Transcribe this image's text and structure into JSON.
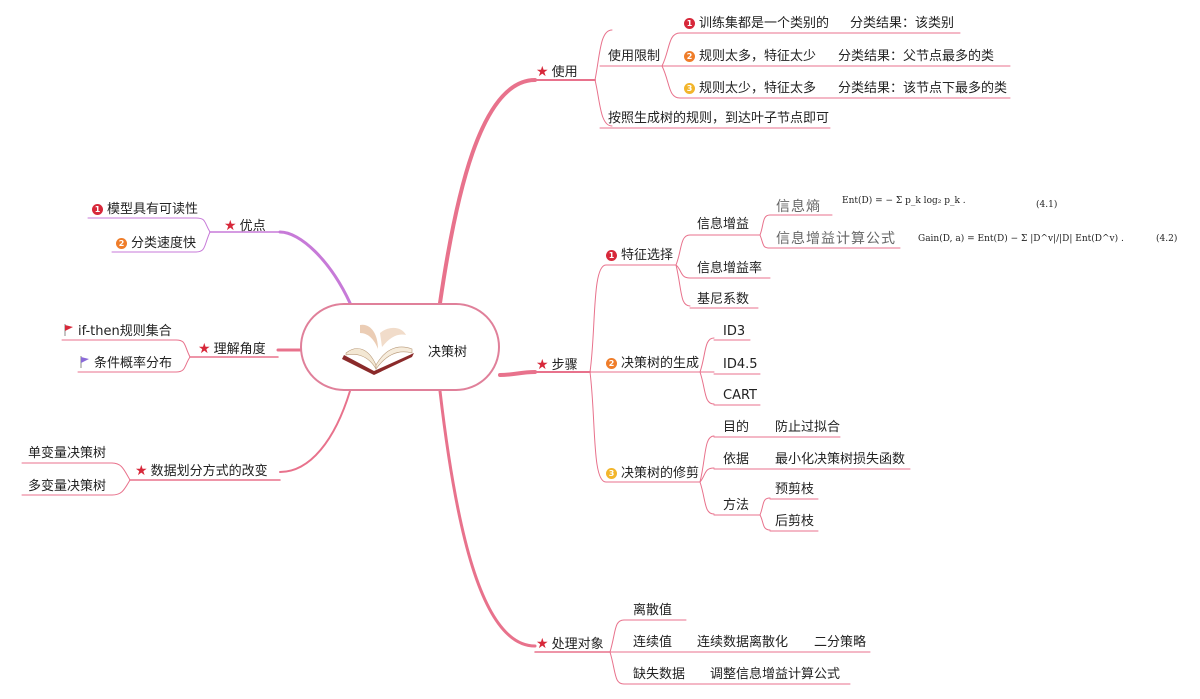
{
  "central": {
    "label": "决策树",
    "icon": "book-icon"
  },
  "colors": {
    "right_branch": "#e8728c",
    "left_branch": "#c77ad8",
    "badge_red": "#d7283a",
    "badge_orange": "#ef7d2a",
    "badge_yellow": "#f2b52b"
  },
  "usage": {
    "title": "使用",
    "limit": "使用限制",
    "items": [
      {
        "badge": "1",
        "text": "训练集都是一个类别的",
        "result": "分类结果：该类别"
      },
      {
        "badge": "2",
        "text": "规则太多，特征太少",
        "result": "分类结果：父节点最多的类"
      },
      {
        "badge": "3",
        "text": "规则太少，特征太多",
        "result": "分类结果：该节点下最多的类"
      }
    ],
    "rule": "按照生成树的规则，到达叶子节点即可"
  },
  "steps": {
    "title": "步骤",
    "feature": {
      "badge": "1",
      "title": "特征选择",
      "gain": "信息增益",
      "entropy": "信息熵",
      "formula1": "Ent(D) = − Σ p_k log₂ p_k .",
      "formula1_num": "(4.1)",
      "gain_formula_label": "信息增益计算公式",
      "formula2": "Gain(D, a) = Ent(D) − Σ |D^v|/|D| Ent(D^v) .",
      "formula2_num": "(4.2)",
      "gain_ratio": "信息增益率",
      "gini": "基尼系数"
    },
    "generation": {
      "badge": "2",
      "title": "决策树的生成",
      "items": [
        "ID3",
        "ID4.5",
        "CART"
      ]
    },
    "pruning": {
      "badge": "3",
      "title": "决策树的修剪",
      "purpose": "目的",
      "purpose_value": "防止过拟合",
      "basis": "依据",
      "basis_value": "最小化决策树损失函数",
      "method": "方法",
      "methods": [
        "预剪枝",
        "后剪枝"
      ]
    }
  },
  "handle": {
    "title": "处理对象",
    "discrete": "离散值",
    "continuous": "连续值",
    "continuous_1": "连续数据离散化",
    "continuous_2": "二分策略",
    "missing": "缺失数据",
    "missing_1": "调整信息增益计算公式"
  },
  "advantages": {
    "title": "优点",
    "items": [
      {
        "badge": "1",
        "text": "模型具有可读性"
      },
      {
        "badge": "2",
        "text": "分类速度快"
      }
    ]
  },
  "understanding": {
    "title": "理解角度",
    "items": [
      {
        "flag": "red",
        "text": "if-then规则集合"
      },
      {
        "flag": "purple",
        "text": "条件概率分布"
      }
    ]
  },
  "split": {
    "title": "数据划分方式的改变",
    "items": [
      "单变量决策树",
      "多变量决策树"
    ]
  }
}
